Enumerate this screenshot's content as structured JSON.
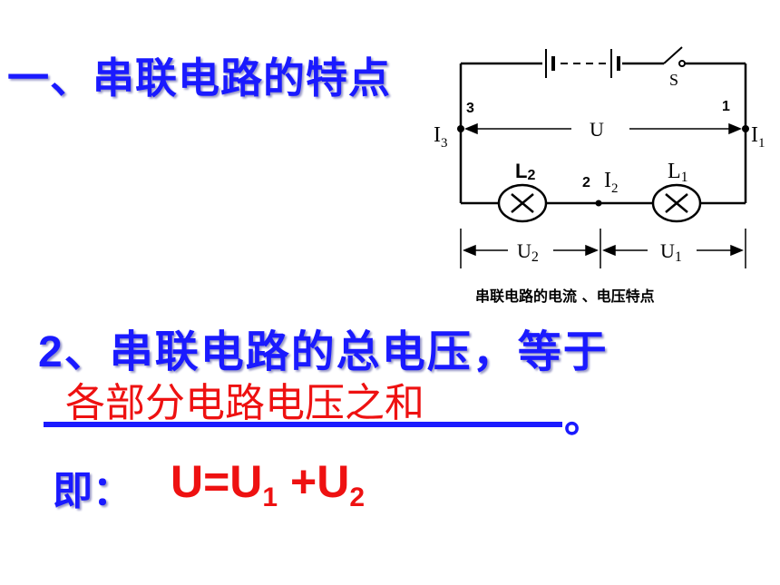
{
  "heading": "一、串联电路的特点",
  "statement": {
    "number": "2",
    "text": "、串联电路的总电压，等于"
  },
  "answer": "各部分电路电压之和",
  "period": "。",
  "formula": {
    "prefix": "即：",
    "main": "U=U",
    "sub1": "1",
    "plus": " +U",
    "sub2": "2"
  },
  "diagram": {
    "caption": "串联电路的电流 、电压特点",
    "switch_label": "S",
    "node_labels": [
      "3",
      "1",
      "2"
    ],
    "current_labels": [
      {
        "main": "I",
        "sub": "3"
      },
      {
        "main": "I",
        "sub": "1"
      },
      {
        "main": "I",
        "sub": "2"
      }
    ],
    "voltage_total": "U",
    "lamp_labels": [
      {
        "main": "L",
        "sub": "2"
      },
      {
        "main": "L",
        "sub": "1"
      }
    ],
    "voltage_parts": [
      {
        "main": "U",
        "sub": "2"
      },
      {
        "main": "U",
        "sub": "1"
      }
    ]
  }
}
